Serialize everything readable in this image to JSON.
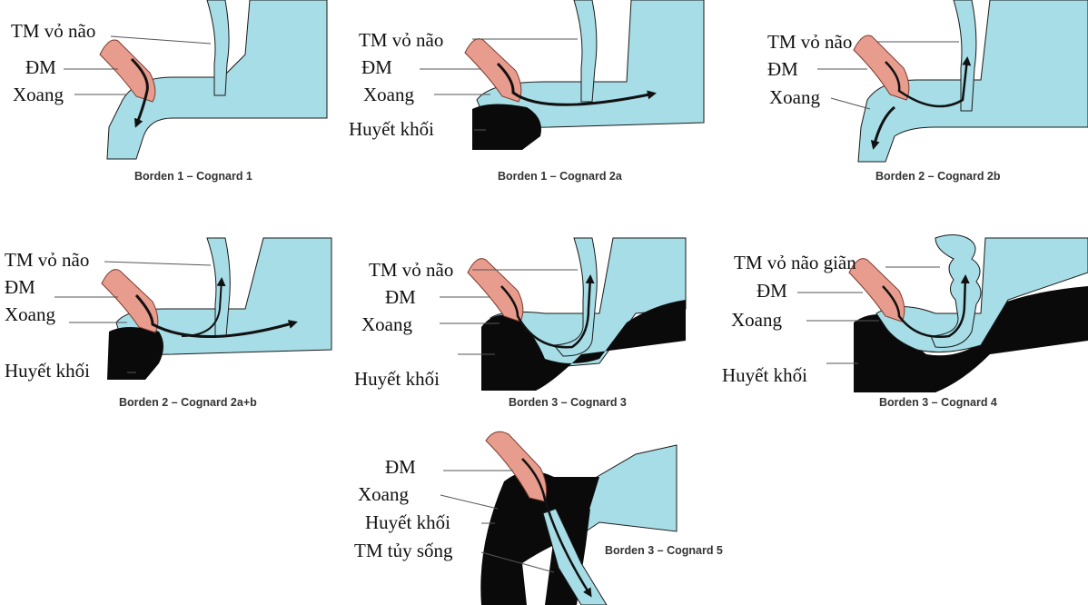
{
  "colors": {
    "sinus": "#a7dde6",
    "artery": "#e89c8e",
    "thrombus": "#0a0a0a",
    "arrow": "#111111",
    "leader": "#555555"
  },
  "panels": [
    {
      "caption": "Borden 1 – Cognard 1",
      "labels": [
        "TM vỏ não",
        "ĐM",
        "Xoang"
      ]
    },
    {
      "caption": "Borden 1 – Cognard 2a",
      "labels": [
        "TM vỏ não",
        "ĐM",
        "Xoang",
        "Huyết khối"
      ]
    },
    {
      "caption": "Borden 2 – Cognard 2b",
      "labels": [
        "TM vỏ não",
        "ĐM",
        "Xoang"
      ]
    },
    {
      "caption": "Borden 2 – Cognard 2a+b",
      "labels": [
        "TM vỏ não",
        "ĐM",
        "Xoang",
        "Huyết khối"
      ]
    },
    {
      "caption": "Borden 3 – Cognard 3",
      "labels": [
        "TM vỏ não",
        "ĐM",
        "Xoang",
        "Huyết khối"
      ]
    },
    {
      "caption": "Borden 3 – Cognard 4",
      "labels": [
        "TM vỏ não giãn",
        "ĐM",
        "Xoang",
        "Huyết khối"
      ]
    },
    {
      "caption": "Borden 3 – Cognard 5",
      "labels": [
        "ĐM",
        "Xoang",
        "Huyết khối",
        "TM tủy sống"
      ]
    }
  ]
}
